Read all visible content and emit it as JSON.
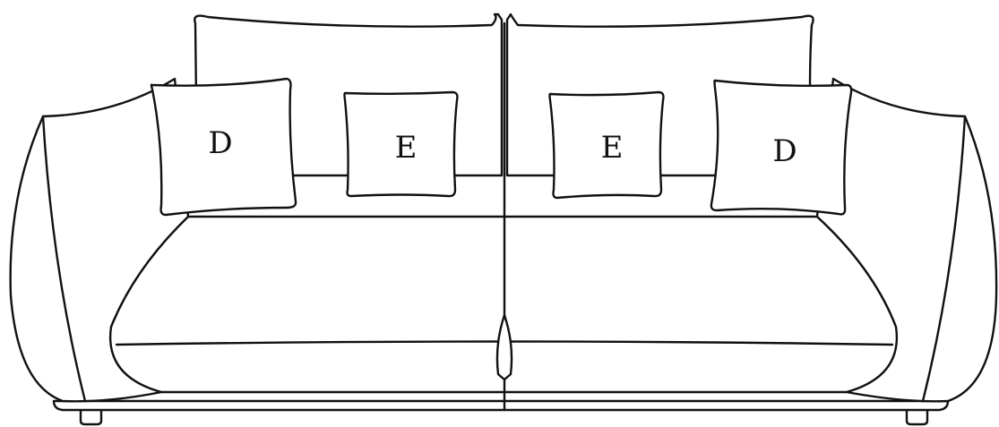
{
  "diagram": {
    "cushions": [
      {
        "label": "D"
      },
      {
        "label": "E"
      },
      {
        "label": "E"
      },
      {
        "label": "D"
      }
    ]
  }
}
